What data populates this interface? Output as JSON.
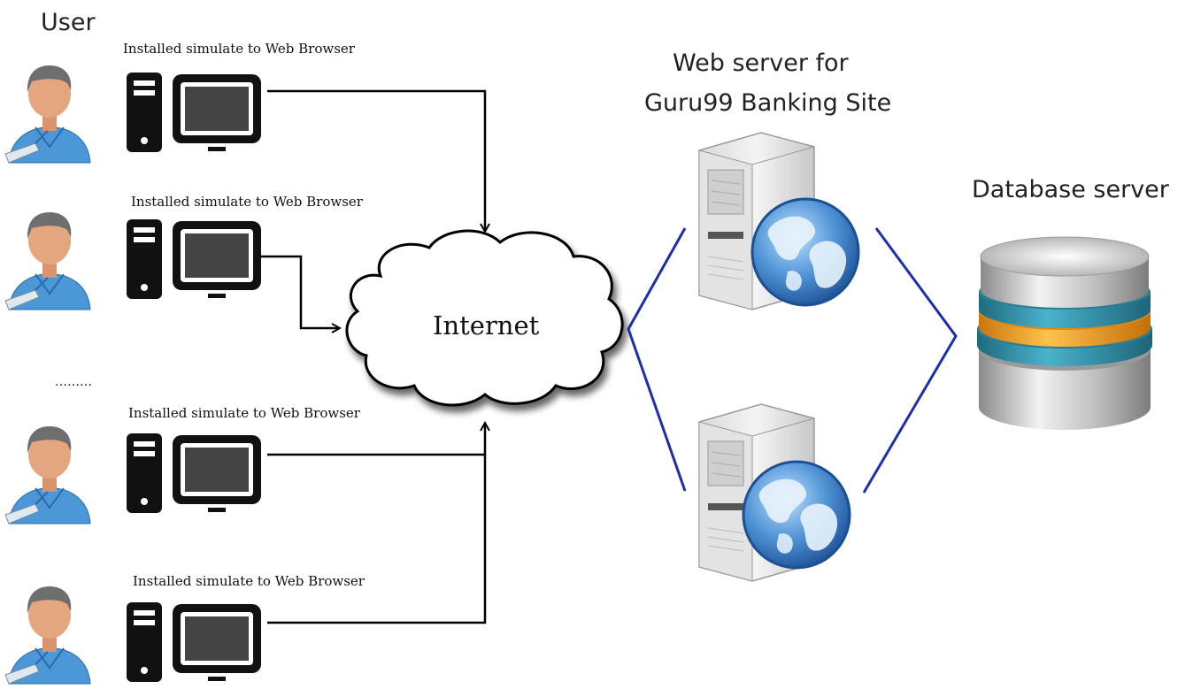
{
  "user_heading": "User",
  "client_caption": "Installed simulate to Web Browser",
  "ellipsis": "………",
  "internet_label": "Internet",
  "webserver_heading": [
    "Web server for",
    "Guru99 Banking Site"
  ],
  "database_heading": "Database server",
  "colors": {
    "connector_blue": "#1d2fa8",
    "arrow": "#000000",
    "skin": "#e4a57f",
    "shirt": "#4b97d8",
    "hair": "#6e6e6e",
    "db_teal": "#2f8fa6",
    "db_orange": "#f2a12c",
    "globe": "#3f7fc6"
  },
  "icons": [
    "user-icon",
    "desktop-computer-icon",
    "cloud-icon",
    "web-server-icon",
    "globe-icon",
    "database-icon"
  ]
}
